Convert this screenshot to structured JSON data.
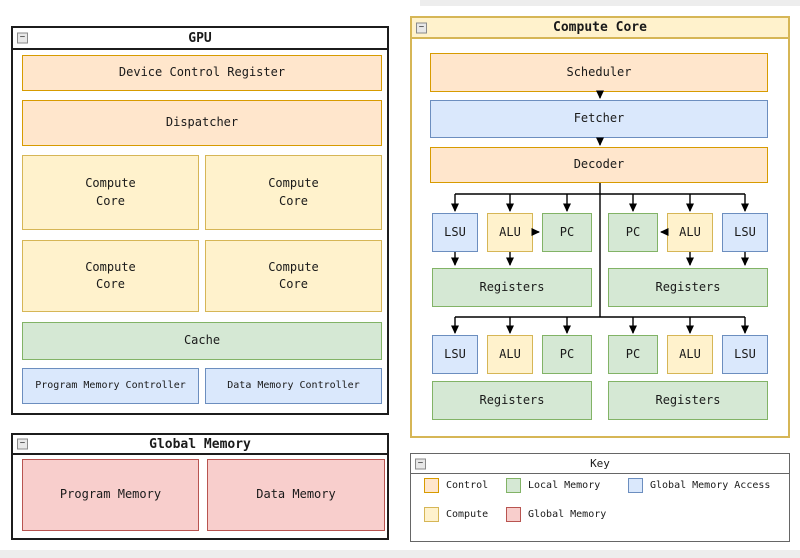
{
  "ui": {
    "collapse_glyph": "−"
  },
  "palette": {
    "control_fill": "#FFE6CC",
    "control_stroke": "#D79B00",
    "compute_fill": "#FFF2CC",
    "compute_stroke": "#D6B656",
    "local_memory_fill": "#D5E8D4",
    "local_memory_stroke": "#82B366",
    "global_memory_fill": "#F8CECC",
    "global_memory_stroke": "#B85450",
    "global_memory_access_fill": "#DAE8FC",
    "global_memory_access_stroke": "#6C8EBF",
    "arrow_color": "#000000"
  },
  "windows": {
    "gpu": {
      "title": "GPU",
      "device_control_register": "Device Control Register",
      "dispatcher": "Dispatcher",
      "compute_core_label": "Compute\nCore",
      "cache": "Cache",
      "program_memory_controller": "Program Memory Controller",
      "data_memory_controller": "Data Memory Controller"
    },
    "global_memory": {
      "title": "Global Memory",
      "program_memory": "Program Memory",
      "data_memory": "Data Memory"
    },
    "compute_core": {
      "title": "Compute Core",
      "scheduler": "Scheduler",
      "fetcher": "Fetcher",
      "decoder": "Decoder",
      "row1": [
        "LSU",
        "ALU",
        "PC",
        "PC",
        "ALU",
        "LSU"
      ],
      "row2": [
        "LSU",
        "ALU",
        "PC",
        "PC",
        "ALU",
        "LSU"
      ],
      "registers_label": "Registers"
    },
    "key": {
      "title": "Key",
      "items": [
        {
          "label": "Control"
        },
        {
          "label": "Local Memory"
        },
        {
          "label": "Global Memory Access"
        },
        {
          "label": "Compute"
        },
        {
          "label": "Global Memory"
        }
      ]
    }
  }
}
